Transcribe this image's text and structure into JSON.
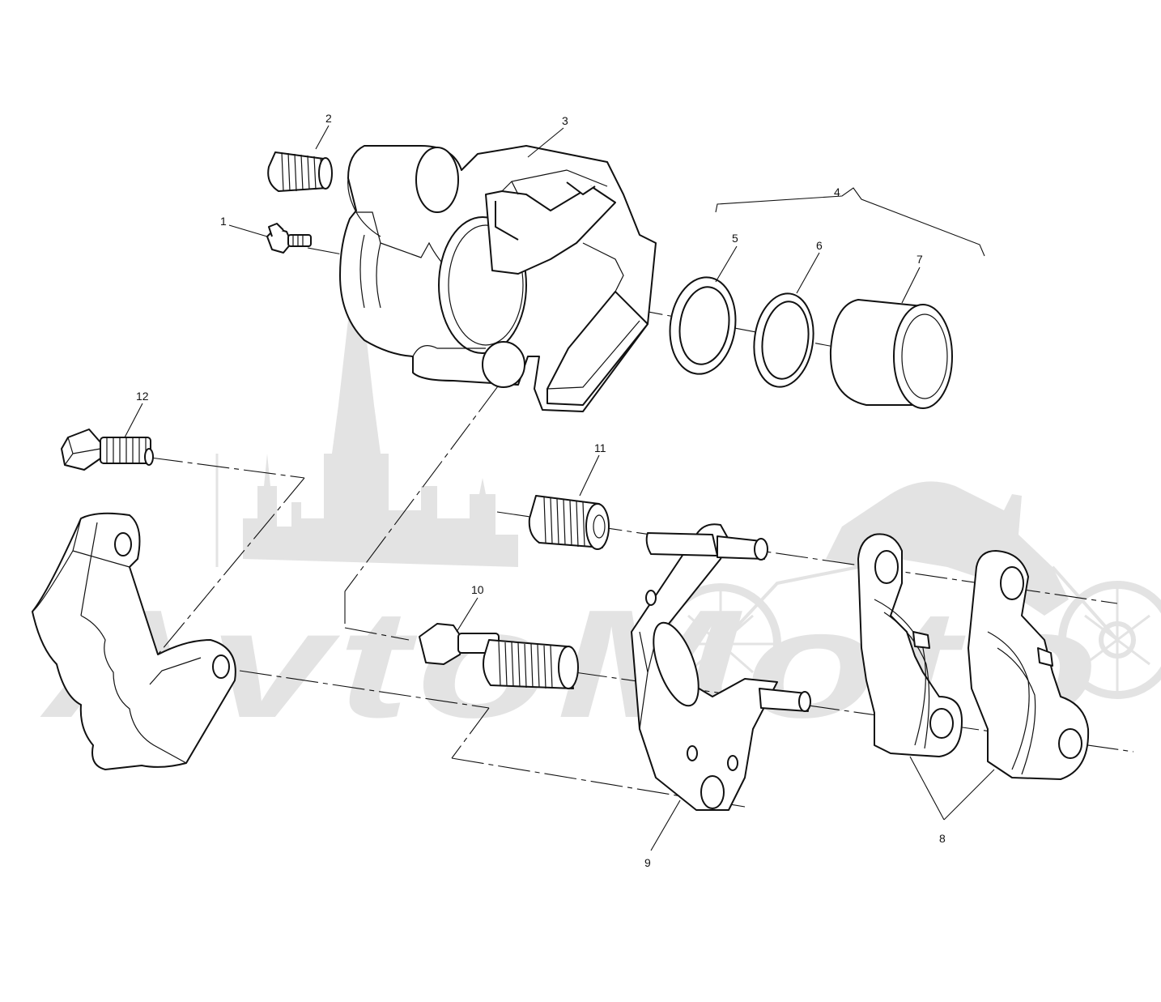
{
  "watermark": {
    "text": "AvtoMoto",
    "icon": "motorcycle-watermark-icon",
    "color": "#e3e3e3"
  },
  "callouts": {
    "c1": "1",
    "c2": "2",
    "c3": "3",
    "c4": "4",
    "c5": "5",
    "c6": "6",
    "c7": "7",
    "c8": "8",
    "c9": "9",
    "c10": "10",
    "c11": "11",
    "c12": "12"
  },
  "colors": {
    "line": "#111111",
    "background": "#ffffff"
  }
}
